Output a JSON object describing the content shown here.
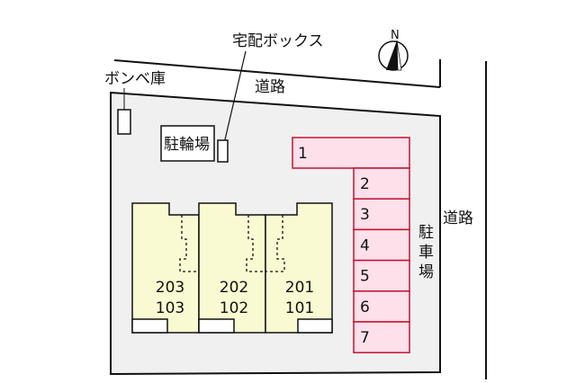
{
  "labels": {
    "delivery_box": "宅配ボックス",
    "gas_storage": "ボンベ庫",
    "road_top": "道路",
    "road_right": "道路",
    "bicycle_parking": "駐輪場",
    "parking_lot": [
      "駐",
      "車",
      "場"
    ],
    "compass_north": "N"
  },
  "parking_slots": [
    "1",
    "2",
    "3",
    "4",
    "5",
    "6",
    "7"
  ],
  "units": [
    {
      "upper": "203",
      "lower": "103"
    },
    {
      "upper": "202",
      "lower": "102"
    },
    {
      "upper": "201",
      "lower": "101"
    }
  ],
  "colors": {
    "site": "#f0f0f0",
    "building": "#fafad2",
    "parking_fill": "#fde0ea",
    "parking_stroke": "#c8102e"
  }
}
